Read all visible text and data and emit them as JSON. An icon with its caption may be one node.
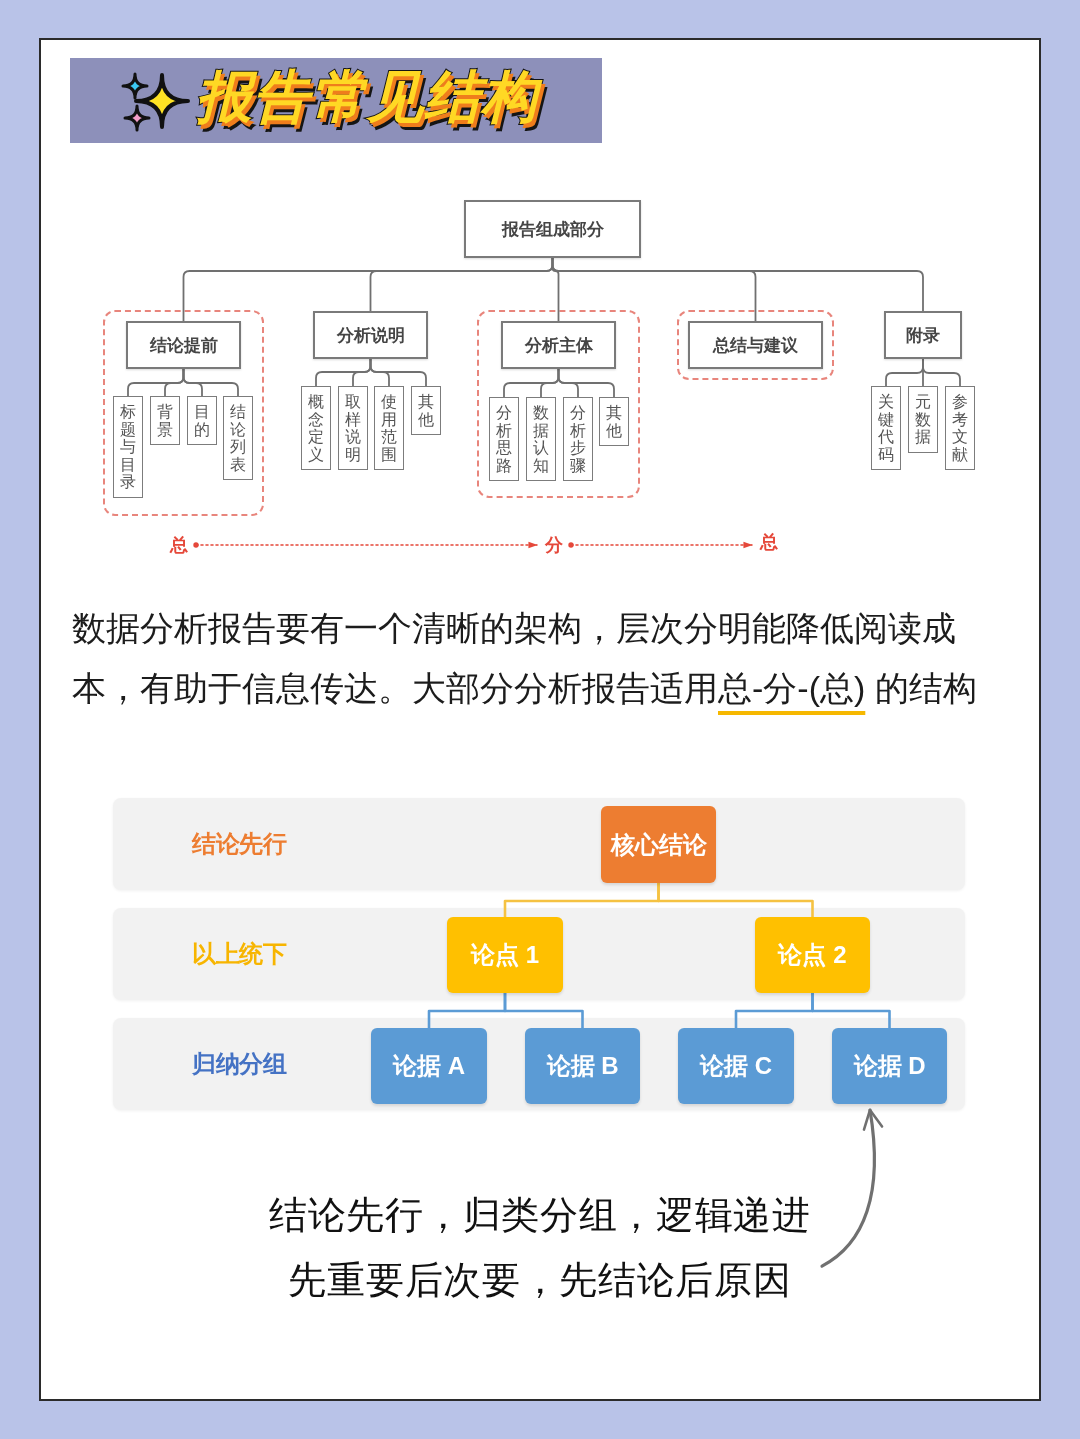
{
  "diagram": {
    "title": "报告常见结构",
    "nodes": [
      {
        "text": [
          "报告组成部分"
        ]
      },
      {
        "text": [],
        "shape": "box"
      },
      {
        "text": [
          "结论提前"
        ],
        "in": 1
      },
      {
        "text": [
          "标题与目录"
        ],
        "in": 1
      },
      {
        "text": [
          "背景"
        ],
        "in": 1
      },
      {
        "text": [
          "目的"
        ],
        "in": 1
      },
      {
        "text": [
          "结论列表"
        ],
        "in": 1
      },
      {
        "text": [
          "分析说明"
        ]
      },
      {
        "text": [
          "概念定义"
        ]
      },
      {
        "text": [
          "取样说明"
        ]
      },
      {
        "text": [
          "使用范围"
        ]
      },
      {
        "text": [
          "其他"
        ]
      },
      {
        "text": [],
        "shape": "box"
      },
      {
        "text": [
          "分析主体"
        ],
        "in": 12
      },
      {
        "text": [
          "分析思路"
        ],
        "in": 12
      },
      {
        "text": [
          "数据认知"
        ],
        "in": 12
      },
      {
        "text": [
          "分析步骤"
        ],
        "in": 12
      },
      {
        "text": [
          "其他"
        ],
        "in": 12
      },
      {
        "text": [],
        "shape": "box"
      },
      {
        "text": [
          "总结与建议"
        ],
        "in": 18
      },
      {
        "text": [
          "附录"
        ]
      },
      {
        "text": [
          "关键代码"
        ]
      },
      {
        "text": [
          "元数据"
        ]
      },
      {
        "text": [
          "参考文献"
        ]
      },
      {
        "text": [
          "总"
        ]
      },
      {
        "text": [
          "分"
        ]
      },
      {
        "text": [
          "总"
        ]
      },
      {
        "text": [
          "结论先行"
        ]
      },
      {
        "text": [
          "核心结论"
        ],
        "in": 27
      },
      {
        "text": [
          "以上统下"
        ]
      },
      {
        "text": [
          "论点 1"
        ],
        "in": 29
      },
      {
        "text": [
          "论点 2"
        ],
        "in": 29
      },
      {
        "text": [
          "归纳分组"
        ]
      },
      {
        "text": [
          "论据 A"
        ],
        "in": 32
      },
      {
        "text": [
          "论据 B"
        ],
        "in": 32
      },
      {
        "text": [
          "论据 C"
        ],
        "in": 32
      },
      {
        "text": [
          "论据 D"
        ],
        "in": 32
      },
      {
        "text": [
          "结论先行，归类分组，逻辑递进",
          "先重要后次要，先结论后原因"
        ]
      }
    ],
    "edges": [
      {
        "from": 0,
        "to": 2,
        "arrow": "none"
      },
      {
        "from": 0,
        "to": 7,
        "arrow": "none"
      },
      {
        "from": 0,
        "to": 13,
        "arrow": "none"
      },
      {
        "from": 0,
        "to": 19,
        "arrow": "none"
      },
      {
        "from": 0,
        "to": 20,
        "arrow": "none"
      },
      {
        "from": 2,
        "to": 3,
        "arrow": "none"
      },
      {
        "from": 2,
        "to": 4,
        "arrow": "none"
      },
      {
        "from": 2,
        "to": 5,
        "arrow": "none"
      },
      {
        "from": 2,
        "to": 6,
        "arrow": "none"
      },
      {
        "from": 7,
        "to": 8,
        "arrow": "none"
      },
      {
        "from": 7,
        "to": 9,
        "arrow": "none"
      },
      {
        "from": 7,
        "to": 10,
        "arrow": "none"
      },
      {
        "from": 7,
        "to": 11,
        "arrow": "none"
      },
      {
        "from": 13,
        "to": 14,
        "arrow": "none"
      },
      {
        "from": 13,
        "to": 15,
        "arrow": "none"
      },
      {
        "from": 13,
        "to": 16,
        "arrow": "none"
      },
      {
        "from": 13,
        "to": 17,
        "arrow": "none"
      },
      {
        "from": 20,
        "to": 21,
        "arrow": "none"
      },
      {
        "from": 20,
        "to": 22,
        "arrow": "none"
      },
      {
        "from": 20,
        "to": 23,
        "arrow": "none"
      },
      {
        "from": 24,
        "to": 25,
        "arrow": "to",
        "style": "dashed",
        "color": "#e5483a"
      },
      {
        "from": 25,
        "to": 26,
        "arrow": "to",
        "style": "dashed",
        "color": "#e5483a"
      },
      {
        "from": 28,
        "to": 30,
        "arrow": "none",
        "color": "#f5c242"
      },
      {
        "from": 28,
        "to": 31,
        "arrow": "none",
        "color": "#f5c242"
      },
      {
        "from": 30,
        "to": 33,
        "arrow": "none",
        "color": "#5b9bd5"
      },
      {
        "from": 30,
        "to": 34,
        "arrow": "none",
        "color": "#5b9bd5"
      },
      {
        "from": 31,
        "to": 35,
        "arrow": "none",
        "color": "#5b9bd5"
      },
      {
        "from": 31,
        "to": 36,
        "arrow": "none",
        "color": "#5b9bd5"
      },
      {
        "from": 37,
        "to": 32,
        "arrow": "to"
      }
    ],
    "labels": [
      "数据分析报告要有一个清晰的架构，层次分明能降低阅读成本，有助于信息传达。大部分分析报告适用**总-分-(总)** 的结构"
    ]
  }
}
